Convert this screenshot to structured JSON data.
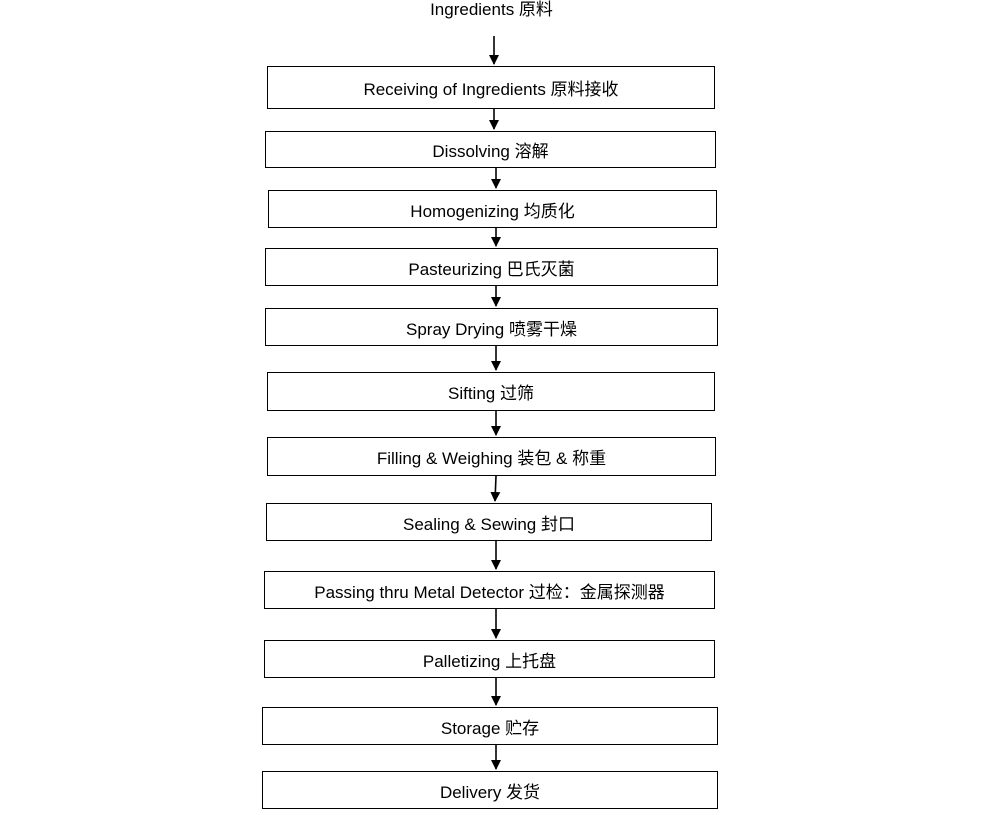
{
  "diagram": {
    "start": "Ingredients 原料",
    "steps": [
      "Receiving of Ingredients 原料接收",
      "Dissolving 溶解",
      "Homogenizing 均质化",
      "Pasteurizing 巴氏灭菌",
      "Spray Drying 喷雾干燥",
      "Sifting 过筛",
      "Filling & Weighing 装包 & 称重",
      "Sealing & Sewing 封口",
      "Passing thru Metal Detector 过检：金属探测器",
      "Palletizing 上托盘",
      "Storage 贮存",
      "Delivery 发货"
    ],
    "line_color": "#000000"
  }
}
